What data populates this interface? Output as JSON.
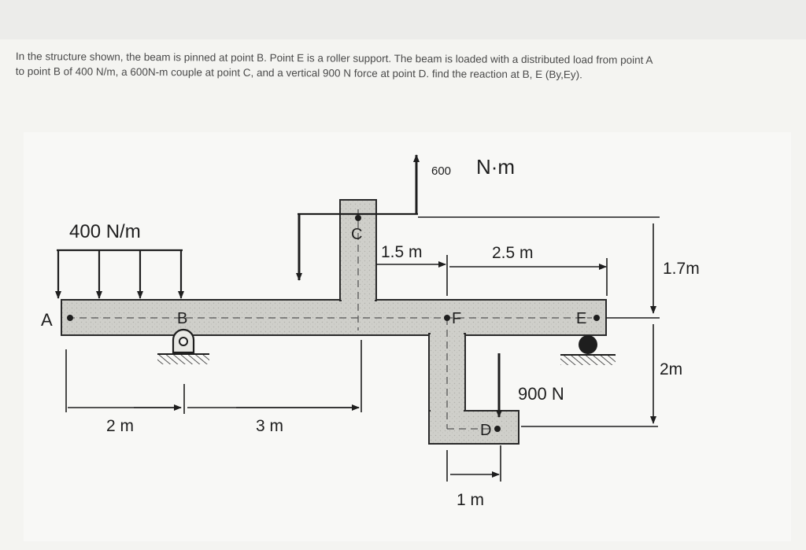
{
  "question": {
    "line1": "In the structure shown, the beam is pinned at point B. Point E is a roller support. The beam is loaded with a distributed load from point A",
    "line2": "to point B of 400 N/m, a 600N-m couple at point C, and a vertical 900 N force at point D. find the reaction at B, E (By,Ey)."
  },
  "figure": {
    "load_label": "400 N/m",
    "couple_value": "600",
    "couple_unit": "N·m",
    "force_label": "900 N",
    "points": {
      "A": "A",
      "B": "B",
      "C": "C",
      "D": "D",
      "E": "E",
      "F": "F"
    },
    "dims": {
      "ab": "2 m",
      "bc": "3 m",
      "cf": "1.5 m",
      "fe": "2.5 m",
      "upper_height": "1.7m",
      "lower_height": "2m",
      "fd": "1 m"
    },
    "colors": {
      "beam_fill": "#cfcfca",
      "beam_stroke": "#2a2a2a",
      "ink": "#1e1e1e"
    }
  }
}
